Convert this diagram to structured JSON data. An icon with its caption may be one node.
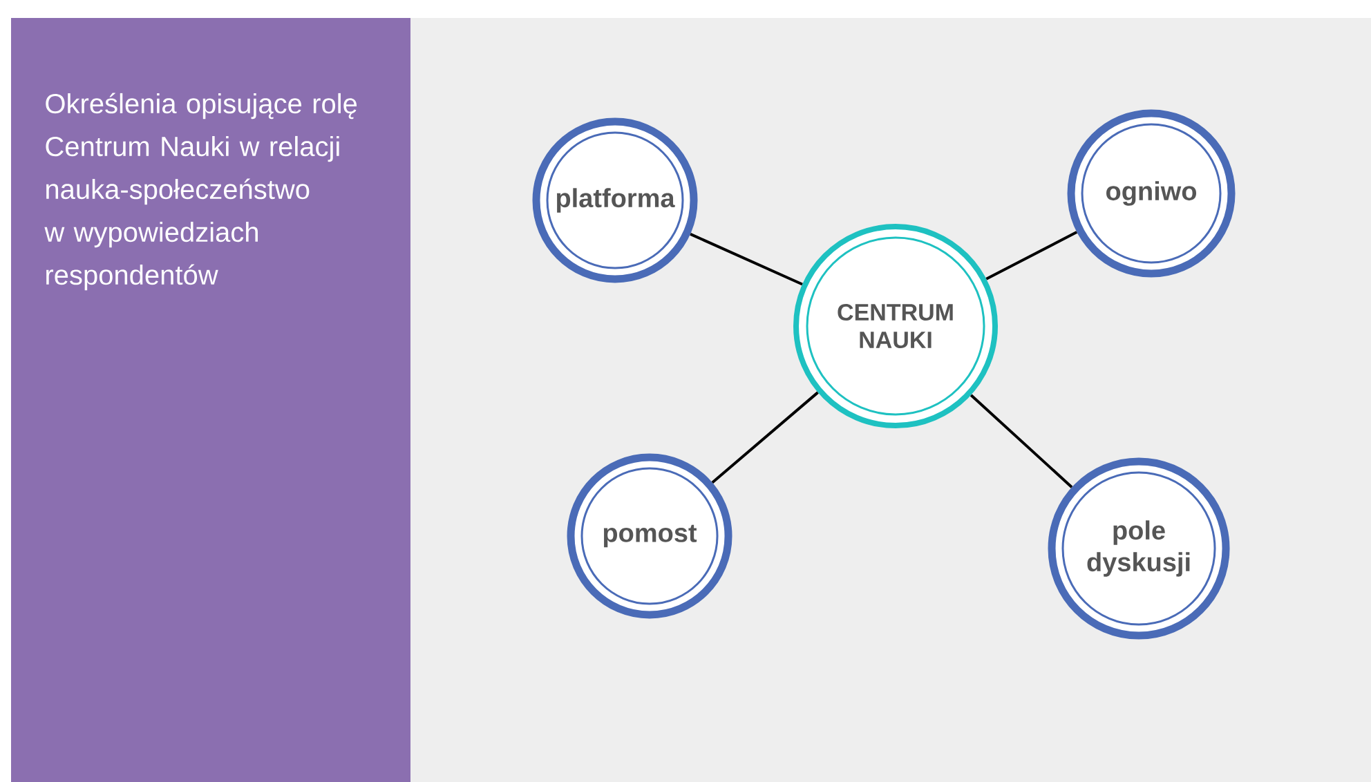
{
  "diagram": {
    "title": "Określenia opisujące rolę Centrum Nauki w relacji nauka-społeczeństwo w wypowiedziach respondentów",
    "nodes": [
      {
        "text": [
          "CENTRUM NAUKI"
        ]
      },
      {
        "text": [
          "platforma"
        ]
      },
      {
        "text": [
          "ogniwo"
        ]
      },
      {
        "text": [
          "pomost"
        ]
      },
      {
        "text": [
          "pole dyskusji"
        ]
      }
    ],
    "edges": [
      {
        "from": 0,
        "to": 1,
        "arrow": "none"
      },
      {
        "from": 0,
        "to": 2,
        "arrow": "none"
      },
      {
        "from": 0,
        "to": 3,
        "arrow": "none"
      },
      {
        "from": 0,
        "to": 4,
        "arrow": "none"
      }
    ]
  }
}
